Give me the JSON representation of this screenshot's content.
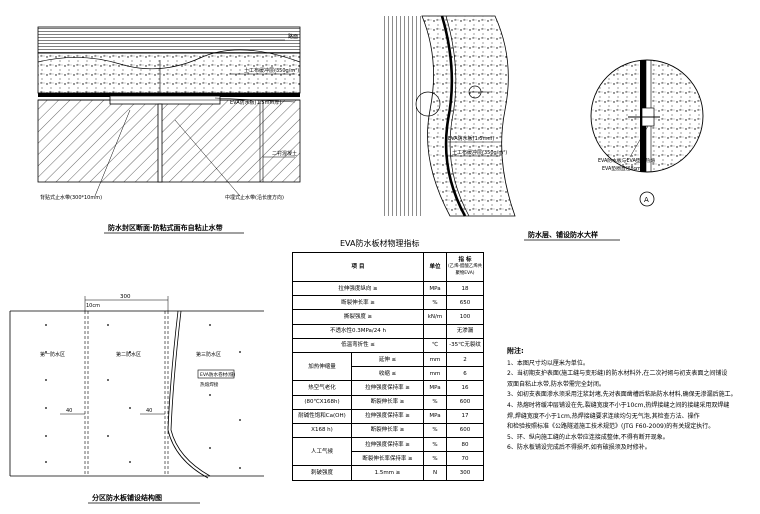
{
  "detail1": {
    "title": "防水封区断面·防粘式面布自粘止水带",
    "labels": {
      "l1": "路面",
      "l2": "土工布缓冲层(350g/m²)",
      "l3": "EVA防水板(1.5mm厚)",
      "l4": "二衬混凝土",
      "l5": "背贴式止水带(300*10mm)",
      "l6": "中埋式止水带(沿长度方向)"
    }
  },
  "detail2": {
    "title": "防水层、铺设防水大样",
    "labels": {
      "l1": "EVA防水板(1.5mm)",
      "l2": "土工布缓冲层(350g/m²)"
    }
  },
  "detail3": {
    "labels": {
      "l1": "EVA防水板与EVA垫圈热熔",
      "l2": "EVA垫圈直径8cm"
    },
    "marker": "A"
  },
  "plan": {
    "title": "分区防水板铺设结构图",
    "dims": {
      "d1": "300",
      "d2": "10cm",
      "d3": "40",
      "d4": "40"
    },
    "zones": {
      "z1": "第一防水区",
      "z2": "第二防水区",
      "z3": "第三防水区"
    },
    "note": "EVA防水卷材(缝)",
    "note2": "热熔焊接"
  },
  "table": {
    "title": "EVA防水板材物理指标",
    "head": {
      "c1": "项  目",
      "c2": "单位",
      "c3": "指  标",
      "c3b": "(乙烯-醋酸乙烯共聚物EVA)"
    },
    "rows": [
      {
        "a": "拉伸强度纵向  ≥",
        "u": "MPa",
        "v": "18"
      },
      {
        "a": "断裂伸长率  ≥",
        "u": "%",
        "v": "650"
      },
      {
        "a": "撕裂强度  ≥",
        "u": "kN/m",
        "v": "100"
      },
      {
        "a": "不透水性0.3MPa/24 h",
        "u": "",
        "v": "无渗漏"
      },
      {
        "a": "低温弯折性  ≤",
        "u": "℃",
        "v": "-35℃无裂纹"
      },
      {
        "g": "加热伸缩量",
        "a": "延伸  ≤",
        "u": "mm",
        "v": "2"
      },
      {
        "g": "",
        "a": "收缩  ≤",
        "u": "mm",
        "v": "6"
      },
      {
        "g": "热空气老化",
        "a": "拉伸强度保持率  ≥",
        "u": "MPa",
        "v": "16"
      },
      {
        "g": "(80℃X168h)",
        "a": "断裂伸长率  ≥",
        "u": "%",
        "v": "600"
      },
      {
        "g": "耐碱性饱和Ca(OH)",
        "a": "拉伸强度保持率  ≥",
        "u": "MPa",
        "v": "17"
      },
      {
        "g": "X168 h)",
        "a": "断裂伸长率  ≥",
        "u": "%",
        "v": "600"
      },
      {
        "g": "人工气候",
        "a": "拉伸强度保持率  ≥",
        "u": "%",
        "v": "80"
      },
      {
        "g": "",
        "a": "断裂伸长率保持率  ≥",
        "u": "%",
        "v": "70"
      },
      {
        "g": "刺破强度",
        "a": "1.5mm  ≥",
        "u": "N",
        "v": "300"
      }
    ]
  },
  "notes": {
    "heading": "附注:",
    "items": [
      "1、本图尺寸均以厘米为单位。",
      "2、当初期支护表面(施工缝与变形缝)的防水材料外,在二次衬砌与初支表面之间铺设",
      "   双面自粘止水带,防水带需完全封闭。",
      "3、如初支表面渗水须采用注浆封堵,先对表面凿槽后粘贴防水材料,确保无渗漏后施工。",
      "4、热熔时将缓冲层铺设在先,裂缝宽度不小于10cm,热焊接缝之间的接缝采用双焊缝",
      "   焊,焊缝宽度不小于1cm,热焊接缝要求连续均匀无气泡,其检查方法、操作",
      "   和检验按照标准《公路隧道施工技术规范》(JTG F60-2009)的有关规定执行。",
      "5、环、纵向施工缝的止水带应连接成整体,不得有断开现象。",
      "6、防水板铺设完成后不得损坏,如有破损须及时修补。"
    ]
  }
}
